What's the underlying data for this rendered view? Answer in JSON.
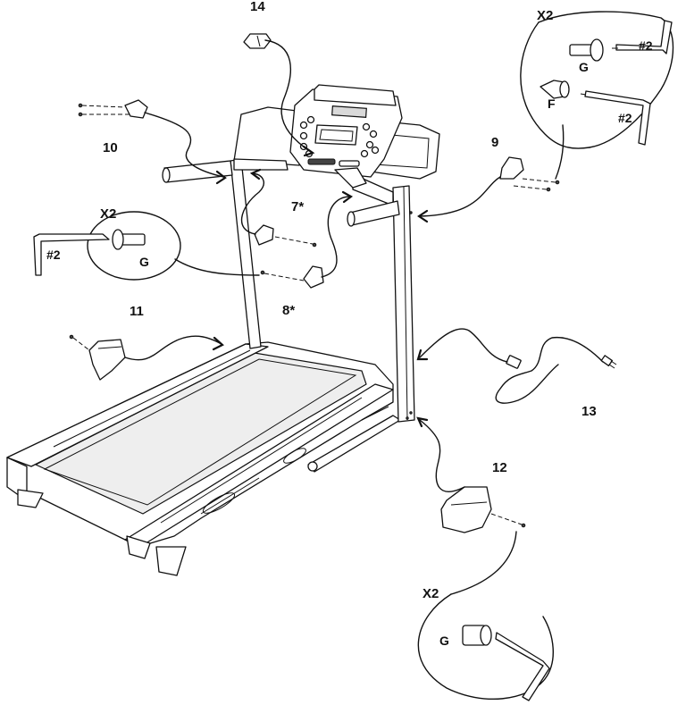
{
  "labels": {
    "p14": "14",
    "p10": "10",
    "p9": "9",
    "p7": "7*",
    "p8": "8*",
    "p11": "11",
    "p12": "12",
    "p13": "13",
    "qty_top_right": "X2",
    "qty_left": "X2",
    "qty_bottom": "X2",
    "hw_g_top": "G",
    "hw_f_top": "F",
    "key_top_a": "#2",
    "key_top_b": "#2",
    "hw_g_left": "G",
    "key_left": "#2",
    "hw_g_bottom": "G"
  },
  "colors": {
    "ink": "#111111",
    "background": "#ffffff"
  }
}
